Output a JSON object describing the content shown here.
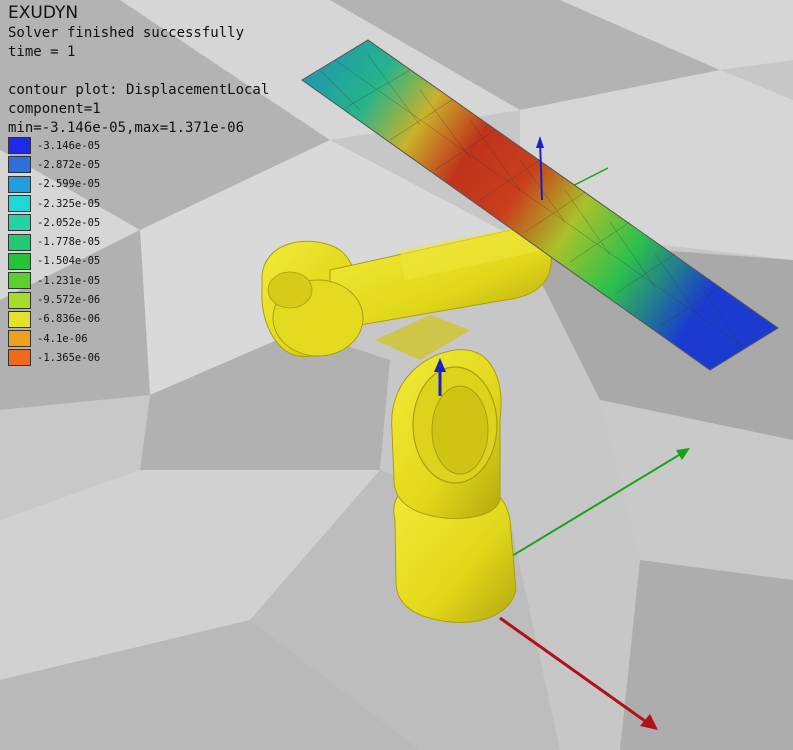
{
  "header": {
    "app_name": "EXUDYN",
    "status": "Solver finished successfully",
    "time": "time = 1"
  },
  "contour": {
    "title": "contour plot: DisplacementLocal",
    "component": "component=1",
    "range": "min=-3.146e-05,max=1.371e-06",
    "levels": [
      {
        "label": "-3.146e-05",
        "color": "#1f2ae6"
      },
      {
        "label": "-2.872e-05",
        "color": "#2f6fdc"
      },
      {
        "label": "-2.599e-05",
        "color": "#1f9fe0"
      },
      {
        "label": "-2.325e-05",
        "color": "#22d6d6"
      },
      {
        "label": "-2.052e-05",
        "color": "#25d2a4"
      },
      {
        "label": "-1.778e-05",
        "color": "#23c873"
      },
      {
        "label": "-1.504e-05",
        "color": "#24c33c"
      },
      {
        "label": "-1.231e-05",
        "color": "#5cd02e"
      },
      {
        "label": "-9.572e-06",
        "color": "#a8dc2a"
      },
      {
        "label": "-6.836e-06",
        "color": "#e2e22a"
      },
      {
        "label": "-4.1e-06",
        "color": "#f0a020"
      },
      {
        "label": "-1.365e-06",
        "color": "#f06a1c"
      }
    ]
  },
  "colors": {
    "background": "#c7c7c7",
    "floor_light": "#d8d8d8",
    "floor_dark": "#a9a9a9",
    "robot": "#e2d81a",
    "robot_shade": "#b9ae10",
    "axis_x": "#b0121a",
    "axis_y": "#16a416",
    "axis_z": "#1a20c8"
  }
}
